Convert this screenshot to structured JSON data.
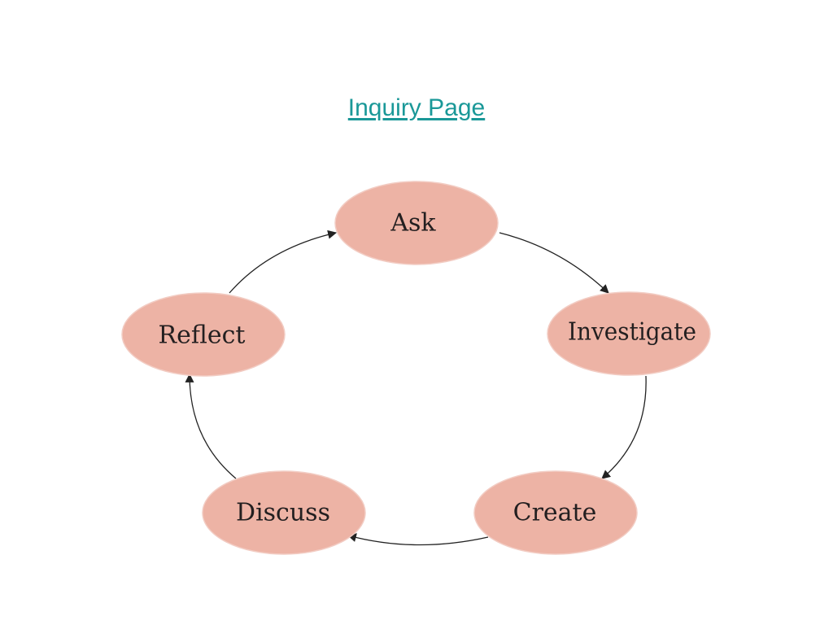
{
  "header": {
    "title_link": "Inquiry Page"
  },
  "diagram": {
    "node_color": "#edb3a5",
    "edge_color": "#222222",
    "nodes": [
      {
        "id": "ask",
        "label": "Ask"
      },
      {
        "id": "investigate",
        "label": "Investigate"
      },
      {
        "id": "create",
        "label": "Create"
      },
      {
        "id": "discuss",
        "label": "Discuss"
      },
      {
        "id": "reflect",
        "label": "Reflect"
      }
    ],
    "edges": [
      {
        "from": "ask",
        "to": "investigate"
      },
      {
        "from": "investigate",
        "to": "create"
      },
      {
        "from": "create",
        "to": "discuss"
      },
      {
        "from": "discuss",
        "to": "reflect"
      },
      {
        "from": "reflect",
        "to": "ask"
      }
    ]
  }
}
